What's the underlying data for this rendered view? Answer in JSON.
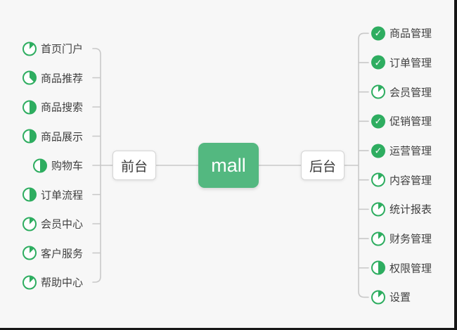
{
  "root": {
    "label": "mall"
  },
  "branches": [
    {
      "label": "前台",
      "side": "left",
      "items": [
        {
          "label": "首页门户",
          "progress": "1/8"
        },
        {
          "label": "商品推荐",
          "progress": "3/8"
        },
        {
          "label": "商品搜索",
          "progress": "1/2"
        },
        {
          "label": "商品展示",
          "progress": "1/2"
        },
        {
          "label": "购物车",
          "progress": "1/2"
        },
        {
          "label": "订单流程",
          "progress": "1/2"
        },
        {
          "label": "会员中心",
          "progress": "1/8"
        },
        {
          "label": "客户服务",
          "progress": "1/8"
        },
        {
          "label": "帮助中心",
          "progress": "1/8"
        }
      ]
    },
    {
      "label": "后台",
      "side": "right",
      "items": [
        {
          "label": "商品管理",
          "progress": "done"
        },
        {
          "label": "订单管理",
          "progress": "done"
        },
        {
          "label": "会员管理",
          "progress": "1/8"
        },
        {
          "label": "促销管理",
          "progress": "done"
        },
        {
          "label": "运营管理",
          "progress": "done"
        },
        {
          "label": "内容管理",
          "progress": "1/8"
        },
        {
          "label": "统计报表",
          "progress": "1/8"
        },
        {
          "label": "财务管理",
          "progress": "1/8"
        },
        {
          "label": "权限管理",
          "progress": "1/2"
        },
        {
          "label": "设置",
          "progress": "1/8"
        }
      ]
    }
  ],
  "icons": {
    "done_glyph": "✓"
  },
  "colors": {
    "root_bg": "#53b880",
    "icon_green": "#2ead60",
    "line": "#c8c8c8",
    "bg": "#f7f7f7",
    "frame": "#161616"
  }
}
